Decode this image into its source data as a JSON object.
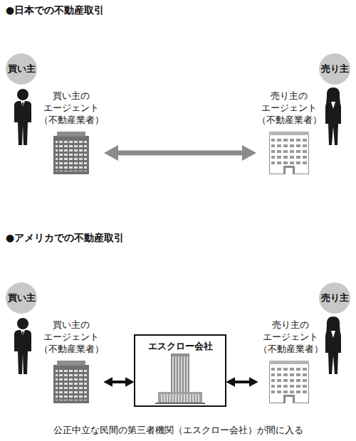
{
  "diagram": {
    "caption": "公正中立な民間の第三者機関（エスクロー会社）が間に入る",
    "nodes": [
      {
        "text": [
          "買い主"
        ]
      },
      {
        "text": [
          "売り主"
        ]
      },
      {
        "text": [
          "買い主の エージェント （不動産業者）"
        ]
      },
      {
        "text": [
          "売り主の エージェント （不動産業者）"
        ]
      },
      {
        "text": [
          "買い主"
        ]
      },
      {
        "text": [
          "売り主"
        ]
      },
      {
        "text": [
          "買い主の エージェント （不動産業者）"
        ]
      },
      {
        "text": [
          "エスクロー会社"
        ]
      },
      {
        "text": [
          "売り主の エージェント （不動産業者）"
        ]
      }
    ],
    "edges": [
      {
        "from": 2,
        "to": 3,
        "arrow": "both"
      },
      {
        "from": 6,
        "to": 7,
        "arrow": "both"
      },
      {
        "from": 7,
        "to": 8,
        "arrow": "both"
      }
    ],
    "labels": [
      "●日本での不動産取引",
      "●アメリカでの不動産取引"
    ]
  }
}
